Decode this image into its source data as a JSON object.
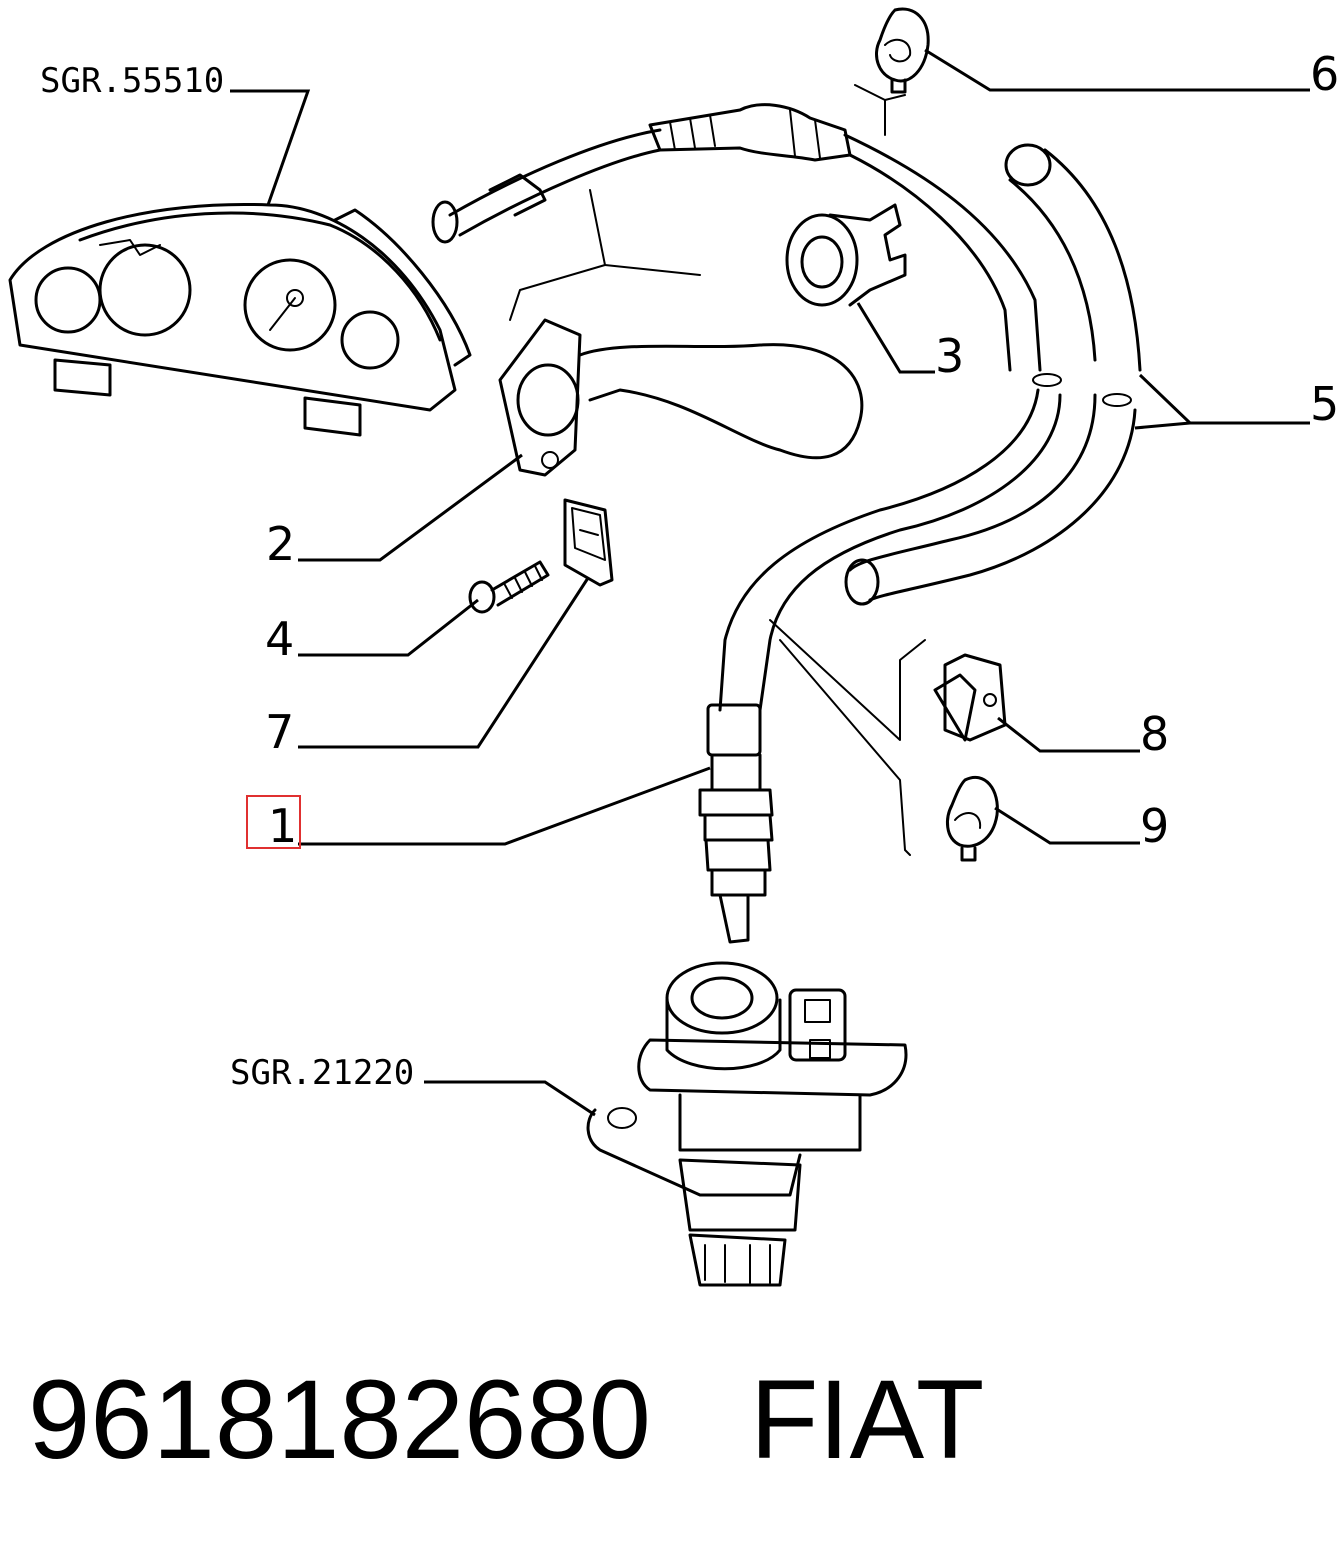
{
  "references": {
    "cluster": "SGR.55510",
    "gearbox": "SGR.21220"
  },
  "callouts": [
    "1",
    "2",
    "3",
    "4",
    "5",
    "6",
    "7",
    "8",
    "9"
  ],
  "highlighted_callout": "1",
  "footer": {
    "part_number": "9618182680",
    "brand": "FIAT"
  },
  "colors": {
    "highlight": "#e03030"
  }
}
